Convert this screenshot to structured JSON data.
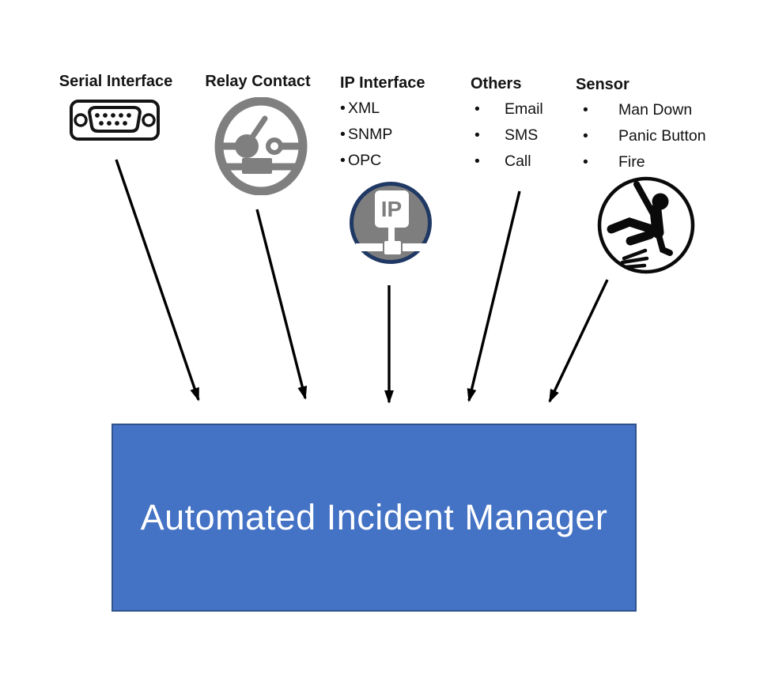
{
  "bullet": "•",
  "title_box": {
    "label": "Automated Incident Manager",
    "fill": "#4472C4",
    "border": "#2F528F",
    "text_color": "#FFFFFF"
  },
  "sources": [
    {
      "label": "Serial Interface",
      "icon": "serial-connector-icon",
      "items": []
    },
    {
      "label": "Relay Contact",
      "icon": "relay-contact-icon",
      "items": []
    },
    {
      "label": "IP Interface",
      "icon": "ip-network-icon",
      "items": [
        "XML",
        "SNMP",
        "OPC"
      ]
    },
    {
      "label": "Others",
      "icon": null,
      "items": [
        "Email",
        "SMS",
        "Call"
      ]
    },
    {
      "label": "Sensor",
      "icon": "man-down-icon",
      "items": [
        "Man Down",
        "Panic Button",
        "Fire"
      ]
    }
  ],
  "icons": {
    "ip_badge_text": "IP"
  },
  "colors": {
    "icon_gray": "#7F7F7F",
    "ip_ring_navy": "#1F3864",
    "arrow_black": "#000000",
    "icon_black": "#0a0a0a"
  }
}
